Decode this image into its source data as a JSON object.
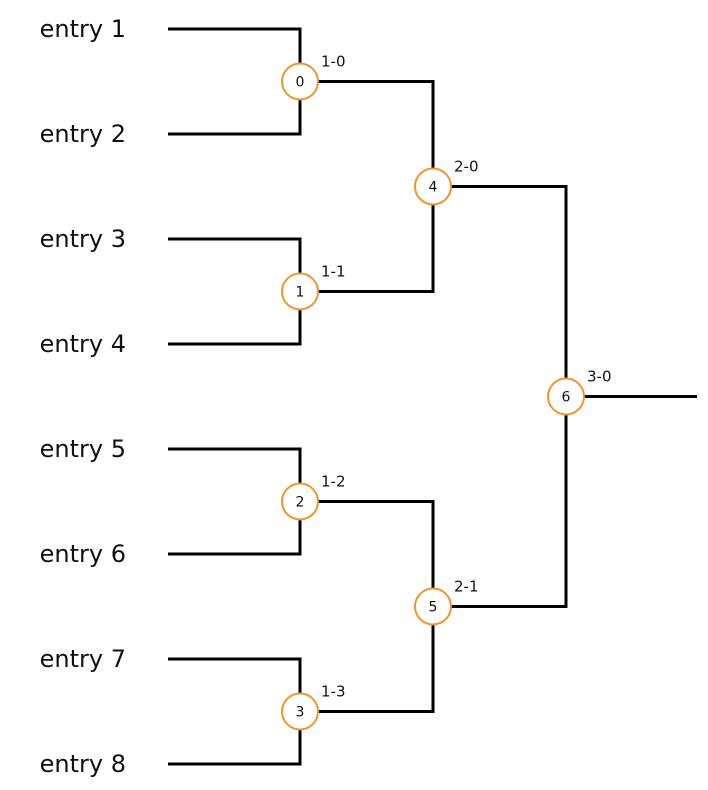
{
  "colors": {
    "line": "#000000",
    "node_stroke": "#f0952e",
    "node_fill": "#ffffff",
    "text": "#111111"
  },
  "entries": [
    {
      "label": "entry 1"
    },
    {
      "label": "entry 2"
    },
    {
      "label": "entry 3"
    },
    {
      "label": "entry 4"
    },
    {
      "label": "entry 5"
    },
    {
      "label": "entry 6"
    },
    {
      "label": "entry 7"
    },
    {
      "label": "entry 8"
    }
  ],
  "matches": [
    {
      "id": "0",
      "round_label": "1-0",
      "round": 1,
      "inputs": [
        "entry:0",
        "entry:1"
      ]
    },
    {
      "id": "1",
      "round_label": "1-1",
      "round": 1,
      "inputs": [
        "entry:2",
        "entry:3"
      ]
    },
    {
      "id": "2",
      "round_label": "1-2",
      "round": 1,
      "inputs": [
        "entry:4",
        "entry:5"
      ]
    },
    {
      "id": "3",
      "round_label": "1-3",
      "round": 1,
      "inputs": [
        "entry:6",
        "entry:7"
      ]
    },
    {
      "id": "4",
      "round_label": "2-0",
      "round": 2,
      "inputs": [
        "match:0",
        "match:1"
      ]
    },
    {
      "id": "5",
      "round_label": "2-1",
      "round": 2,
      "inputs": [
        "match:2",
        "match:3"
      ]
    },
    {
      "id": "6",
      "round_label": "3-0",
      "round": 3,
      "inputs": [
        "match:4",
        "match:5"
      ]
    }
  ]
}
